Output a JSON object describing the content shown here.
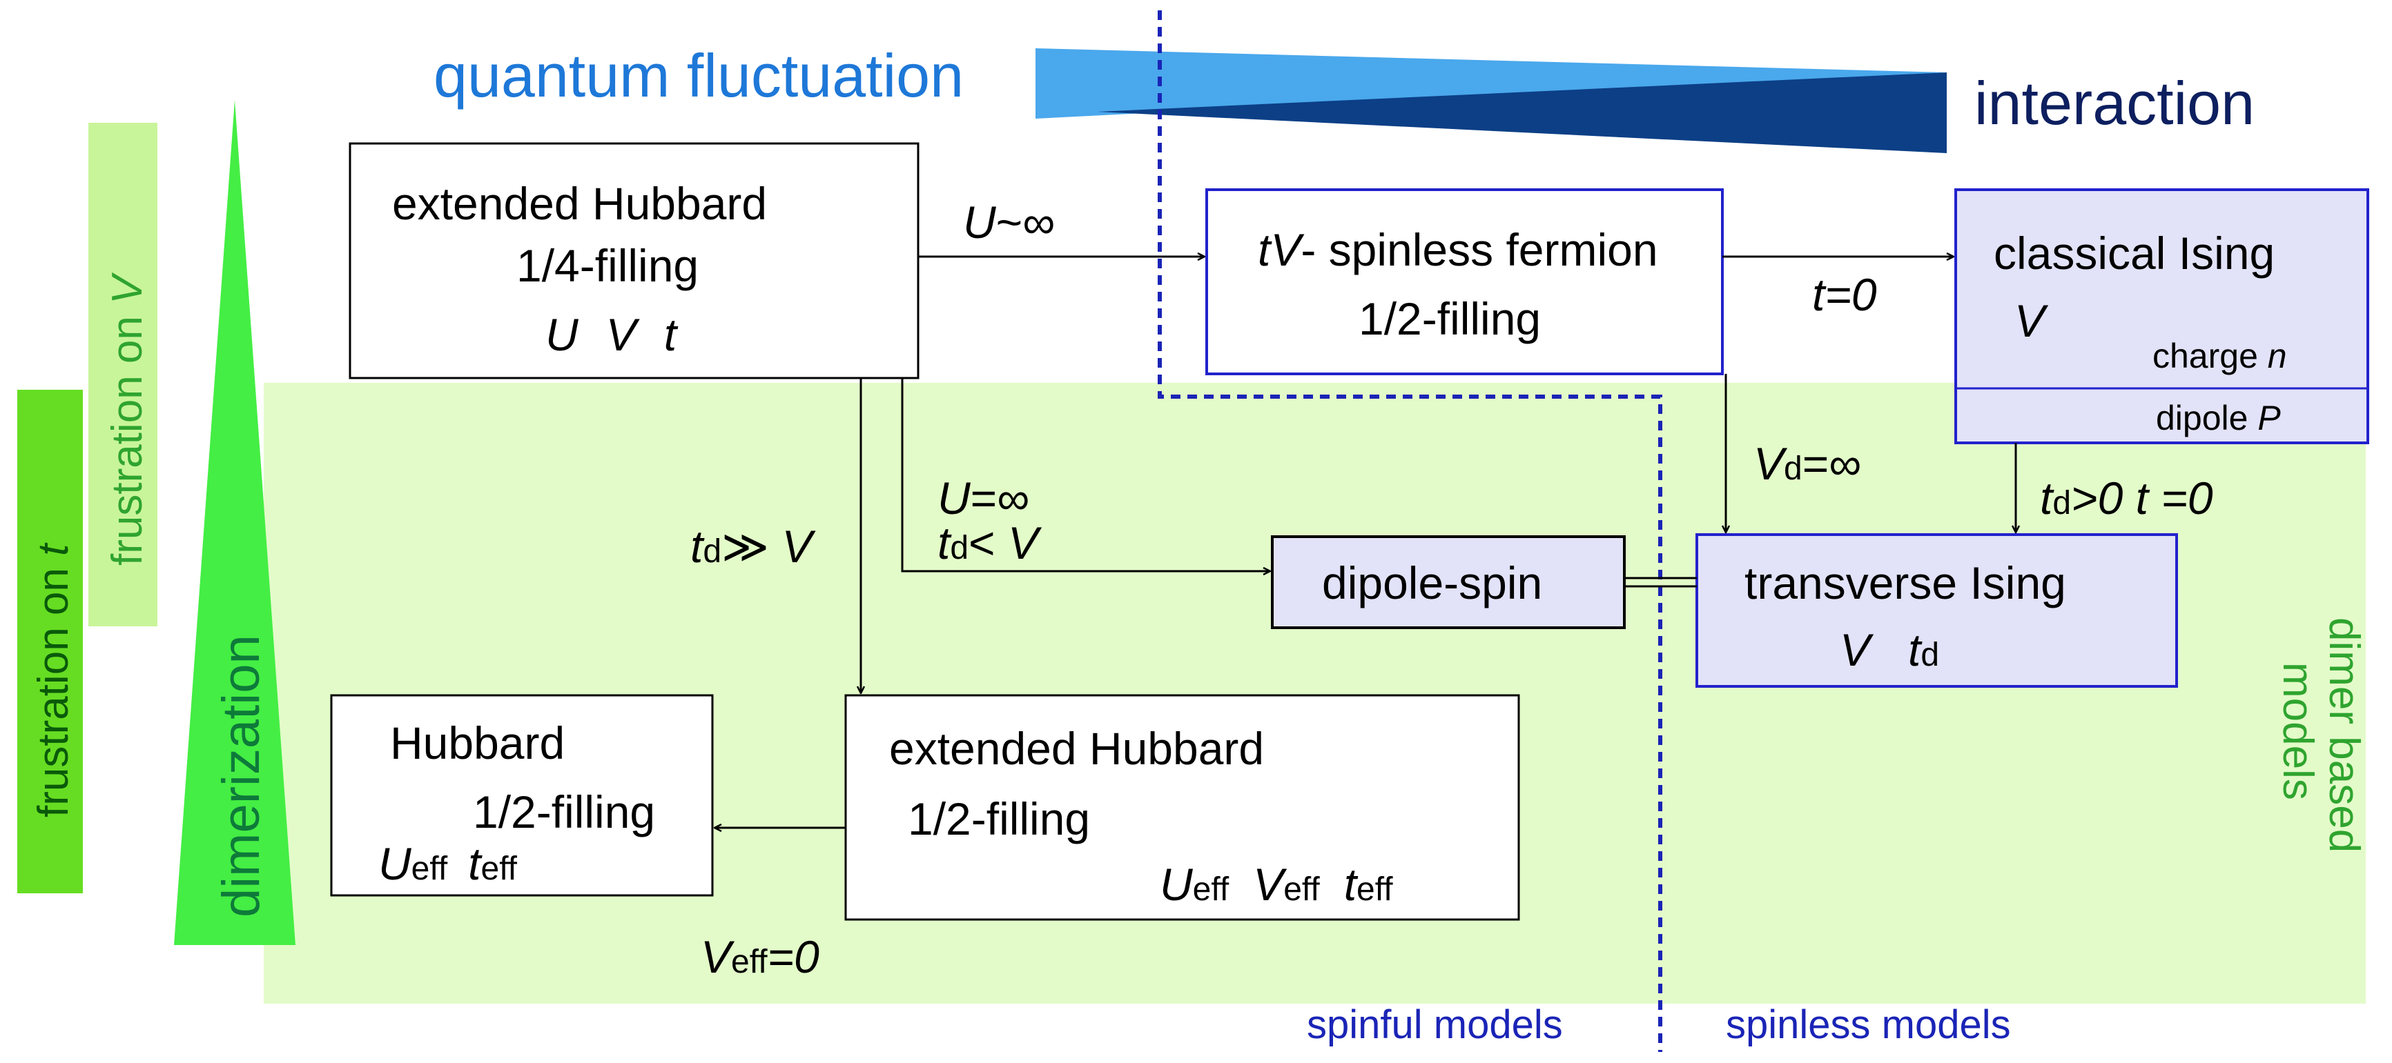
{
  "colors": {
    "region_fill": "#e3fbc9",
    "blue_dark": "#1a24b6",
    "navy": "#0d2a6e",
    "light_blue": "#4aa8ec",
    "dark_wedge": "#0c3f86",
    "green_text": "#2fa42f",
    "box_fill": "#e2e2f8",
    "bright_green": "#44ee44"
  },
  "top": {
    "quantum_fluctuation": "quantum fluctuation",
    "interaction": "interaction"
  },
  "side": {
    "frustration_on_v_label": "frustration on",
    "frustration_on_v_var": "V",
    "frustration_on_t_label": "frustration on",
    "frustration_on_t_var": "t",
    "dimerization": "dimerization"
  },
  "regions": {
    "spinful_models": "spinful models",
    "spinless_models": "spinless models",
    "dimer_based_line1": "dimer based",
    "dimer_based_line2": "models"
  },
  "boxes": {
    "ext_hubbard_quarter": {
      "title": "extended Hubbard",
      "filling": "1/4-filling",
      "p1": "U",
      "p2": "V",
      "p3": "t"
    },
    "tv_spinless": {
      "tv": "tV",
      "rest": "- spinless fermion",
      "filling": "1/2-filling"
    },
    "classical_ising": {
      "title": "classical  Ising",
      "param": "V",
      "charge_label": "charge ",
      "charge_var": "n",
      "dipole_label": "dipole ",
      "dipole_var": "P"
    },
    "dipole_spin": {
      "title": "dipole-spin"
    },
    "transverse_ising": {
      "title": "transverse Ising",
      "p1": "V",
      "p2_base": "t",
      "p2_sub": "d"
    },
    "hubbard_half": {
      "title": "Hubbard",
      "filling": "1/2-filling",
      "p1_base": "U",
      "p1_sub": "eff",
      "p2_base": "t",
      "p2_sub": "eff"
    },
    "ext_hubbard_half": {
      "title": "extended Hubbard",
      "filling": "1/2-filling",
      "p1_base": "U",
      "p1_sub": "eff",
      "p2_base": "V",
      "p2_sub": "eff",
      "p3_base": "t",
      "p3_sub": "eff"
    }
  },
  "arrows": {
    "u_inf": {
      "var": "U",
      "rest": "~∞"
    },
    "t_zero": "t=0",
    "vd_inf": {
      "var": "V",
      "sub": "d",
      "rest": "=∞"
    },
    "td_gt0": {
      "var": "t",
      "sub": "d",
      "rest": ">0  ",
      "var2": "t",
      "rest2": " =0"
    },
    "u_eq_inf": {
      "var": "U",
      "rest": "=∞"
    },
    "td_lt_v": {
      "var": "t",
      "sub": "d",
      "rest": "< ",
      "var2": "V"
    },
    "td_gg_v": {
      "var": "t",
      "sub": "d",
      "rest": "≫ ",
      "var2": "V"
    },
    "veff_zero": {
      "var": "V",
      "sub": "eff",
      "rest": "=0"
    }
  }
}
